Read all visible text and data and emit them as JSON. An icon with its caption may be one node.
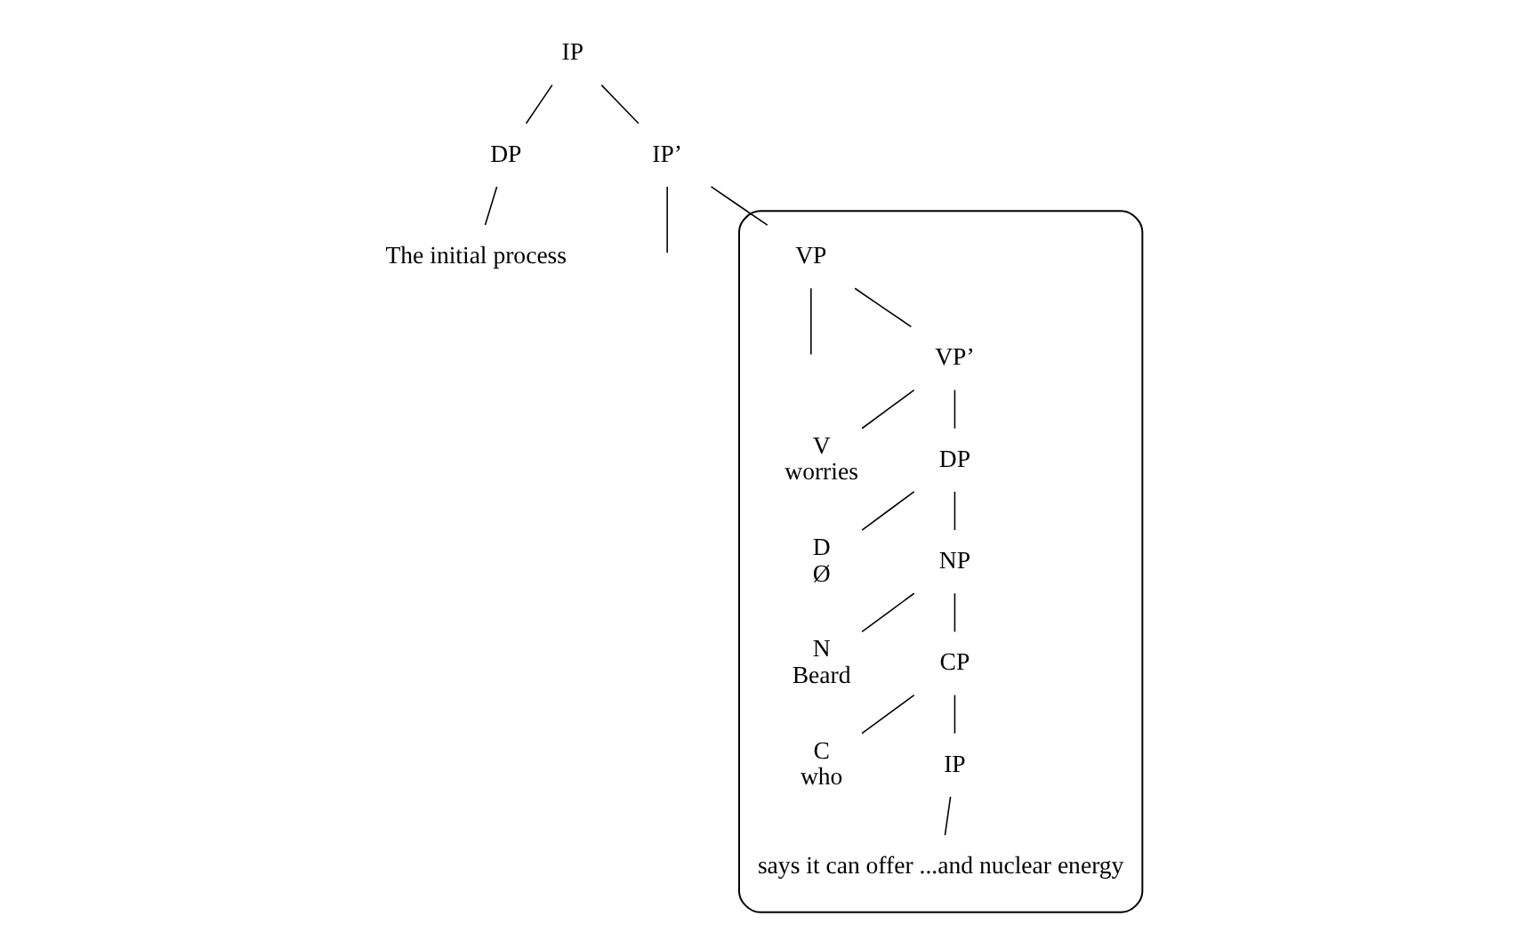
{
  "diagram": {
    "nodes": [
      {
        "text": [
          "IP"
        ]
      },
      {
        "text": [
          "DP"
        ]
      },
      {
        "text": [
          "IP’"
        ]
      },
      {
        "text": [
          "The initial process"
        ]
      },
      {
        "text": [],
        "shape": "loop"
      },
      {
        "text": [
          "VP"
        ],
        "in": 4
      },
      {
        "text": [
          "VP’"
        ],
        "in": 4
      },
      {
        "text": [
          "V",
          "worries"
        ],
        "in": 4
      },
      {
        "text": [
          "DP"
        ],
        "in": 4
      },
      {
        "text": [
          "D",
          "Ø"
        ],
        "in": 4
      },
      {
        "text": [
          "NP"
        ],
        "in": 4
      },
      {
        "text": [
          "N",
          "Beard"
        ],
        "in": 4
      },
      {
        "text": [
          "CP"
        ],
        "in": 4
      },
      {
        "text": [
          "C",
          "who"
        ],
        "in": 4
      },
      {
        "text": [
          "IP"
        ],
        "in": 4
      },
      {
        "text": [
          "says it can offer ...and nuclear energy"
        ],
        "in": 4
      }
    ],
    "edges": [
      {
        "from": 0,
        "to": 1,
        "arrow": "none"
      },
      {
        "from": 0,
        "to": 2,
        "arrow": "none"
      },
      {
        "from": 1,
        "to": 3,
        "arrow": "none"
      },
      {
        "from": 2,
        "to": null,
        "arrow": "none"
      },
      {
        "from": 2,
        "to": 5,
        "arrow": "none"
      },
      {
        "from": 5,
        "to": null,
        "arrow": "none"
      },
      {
        "from": 5,
        "to": 6,
        "arrow": "none"
      },
      {
        "from": 6,
        "to": 7,
        "arrow": "none"
      },
      {
        "from": 6,
        "to": 8,
        "arrow": "none"
      },
      {
        "from": 8,
        "to": 9,
        "arrow": "none"
      },
      {
        "from": 8,
        "to": 10,
        "arrow": "none"
      },
      {
        "from": 10,
        "to": 11,
        "arrow": "none"
      },
      {
        "from": 10,
        "to": 12,
        "arrow": "none"
      },
      {
        "from": 12,
        "to": 13,
        "arrow": "none"
      },
      {
        "from": 12,
        "to": 14,
        "arrow": "none"
      },
      {
        "from": 14,
        "to": 15,
        "arrow": "none"
      }
    ]
  }
}
